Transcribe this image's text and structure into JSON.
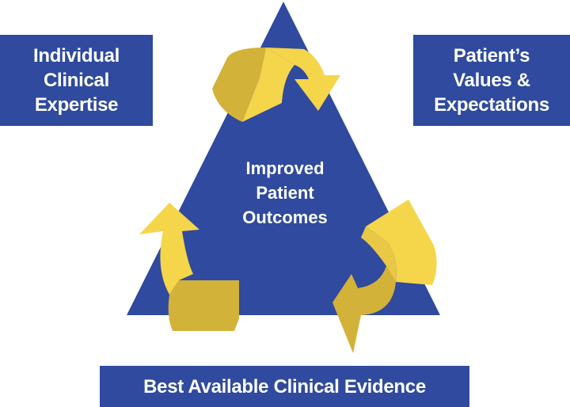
{
  "top_left_box": [
    "Individual",
    "Clinical",
    "Expertise"
  ],
  "top_right_box": [
    "Patient’s",
    "Values &",
    "Expectations"
  ],
  "center": [
    "Improved",
    "Patient",
    "Outcomes"
  ],
  "bottom_box": "Best Available Clinical Evidence",
  "colors": {
    "blue": "#2f4a9e",
    "gold": "#f5d54a",
    "gold_dark": "#d3b23a",
    "white": "#ffffff"
  },
  "icons": [
    "recycle-arrow-icon"
  ]
}
